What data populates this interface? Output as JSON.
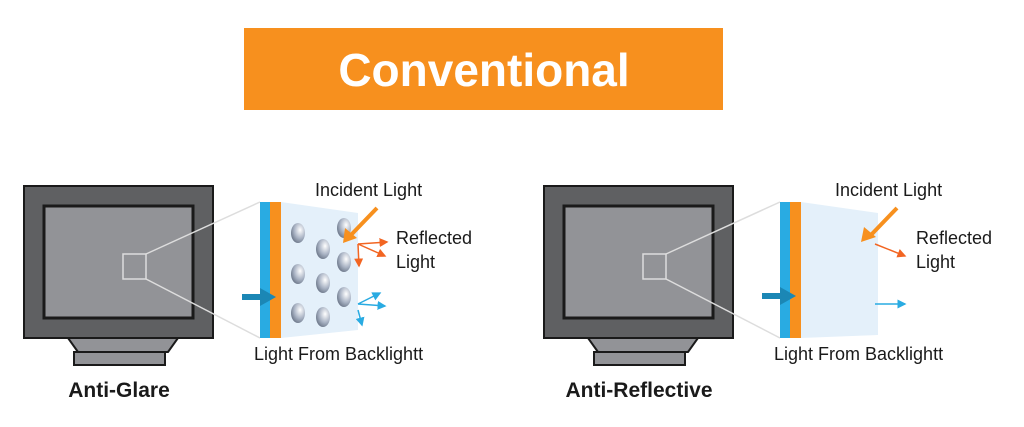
{
  "title": "Conventional",
  "colors": {
    "banner": "#f7901e",
    "blue": "#29abe2",
    "orange": "#f7901e",
    "reflect": "#f26522",
    "panel": "#e4f0fa",
    "monitor": "#5f6062",
    "screen": "#929397"
  },
  "panels": [
    {
      "caption": "Anti-Glare",
      "incident": "Incident Light",
      "reflected_1": "Reflected",
      "reflected_2": "Light",
      "backlight": "Light From Backlightt"
    },
    {
      "caption": "Anti-Reflective",
      "incident": "Incident Light",
      "reflected_1": "Reflected",
      "reflected_2": "Light",
      "backlight": "Light From Backlightt"
    }
  ]
}
